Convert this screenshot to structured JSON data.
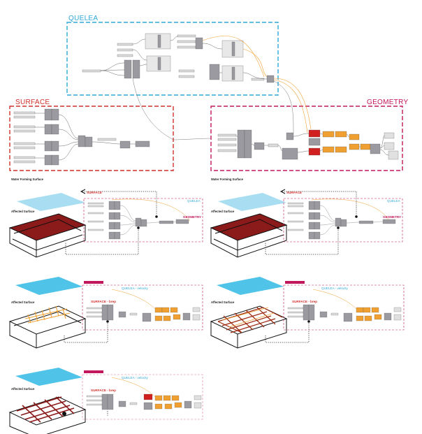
{
  "groups": {
    "quelea": {
      "label": "QUELEA",
      "color": "#2ea8d8"
    },
    "surface": {
      "label": "SURFACE",
      "color": "#d0302b"
    },
    "geometry": {
      "label": "GEOMETRY",
      "color": "#c2185b"
    }
  },
  "captions": {
    "water_left": "Water Forming Surface",
    "water_right": "Water Forming Surface",
    "affected_1": "Affected Surface",
    "affected_2": "Affected Surface",
    "affected_3": "Affected Surface",
    "affected_4": "Affected Surface",
    "affected_5": "Affected Surface"
  },
  "mini_labels": {
    "p1_surface": "SURFACE",
    "p1_quelea": "QUELEA",
    "p1_geometry": "GEOMETRY",
    "p2_surface": "SURFACE",
    "p2_quelea": "QUELEA",
    "p2_geometry": "GEOMETRY",
    "p3_quelea": "QUELEA - velocity",
    "p3_surface": "SURFACE - brep",
    "p4_quelea": "QUELEA - velocity",
    "p4_surface": "SURFACE - brep",
    "p5_quelea": "QUELEA - velocity",
    "p5_surface": "SURFACE - brep"
  },
  "colors": {
    "water": "#4fc3e8",
    "water_light": "#a9def2",
    "surface_red": "#8b1a1a",
    "orange_node": "#f0a030",
    "red_node": "#d02020",
    "node_gray": "#9a9aa0"
  }
}
